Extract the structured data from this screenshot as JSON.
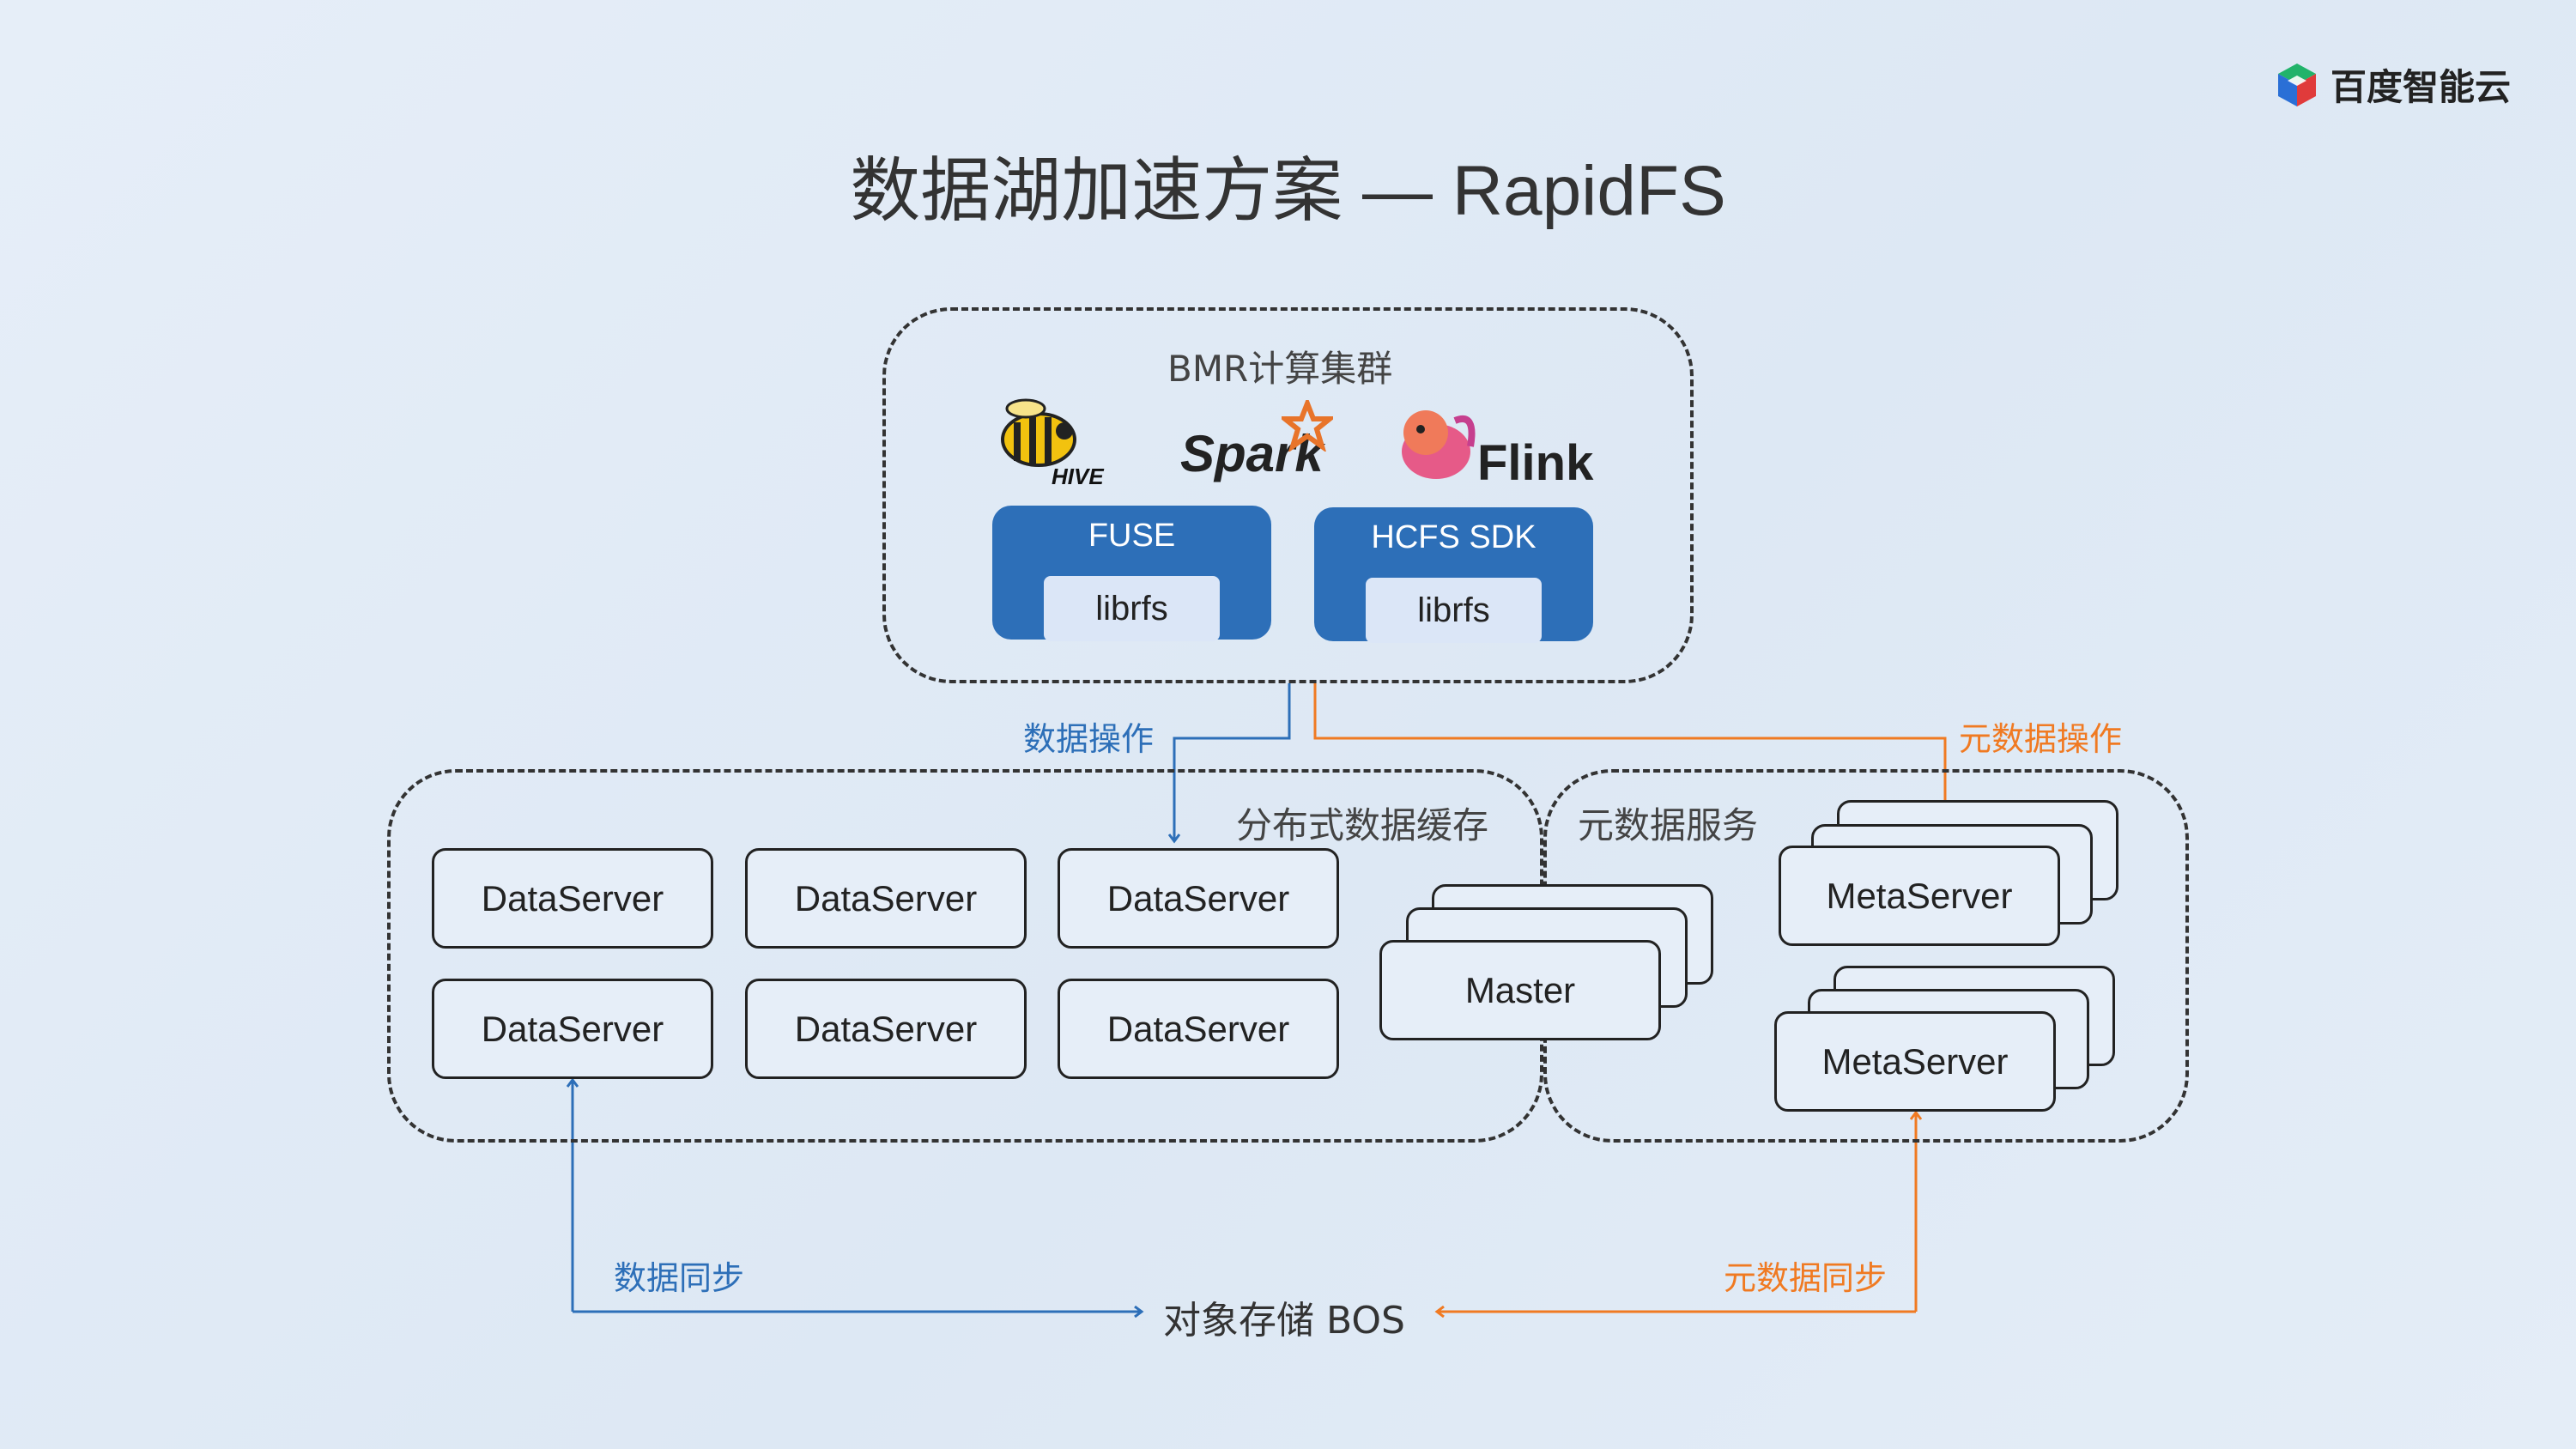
{
  "brand": {
    "name": "百度智能云",
    "colors": {
      "red": "#e03b3b",
      "blue": "#2a6fd6",
      "green": "#21b36a"
    }
  },
  "title": "数据湖加速方案 — RapidFS",
  "bmr": {
    "label": "BMR计算集群",
    "logos": {
      "hive": "HIVE",
      "spark": "Spark",
      "flink": "Flink"
    },
    "fuse": {
      "header": "FUSE",
      "inner": "librfs"
    },
    "hcfs": {
      "header": "HCFS SDK",
      "inner": "librfs"
    }
  },
  "cache": {
    "label": "分布式数据缓存",
    "data_servers": [
      "DataServer",
      "DataServer",
      "DataServer",
      "DataServer",
      "DataServer",
      "DataServer"
    ]
  },
  "meta_service": {
    "label": "元数据服务",
    "master": "Master",
    "meta_servers": [
      "MetaServer",
      "MetaServer"
    ]
  },
  "arrows": {
    "data_op": "数据操作",
    "meta_op": "元数据操作",
    "data_sync": "数据同步",
    "meta_sync": "元数据同步"
  },
  "storage": "对象存储 BOS",
  "colors": {
    "blue": "#2d6fb8",
    "orange": "#f07a22",
    "border": "#222222"
  }
}
